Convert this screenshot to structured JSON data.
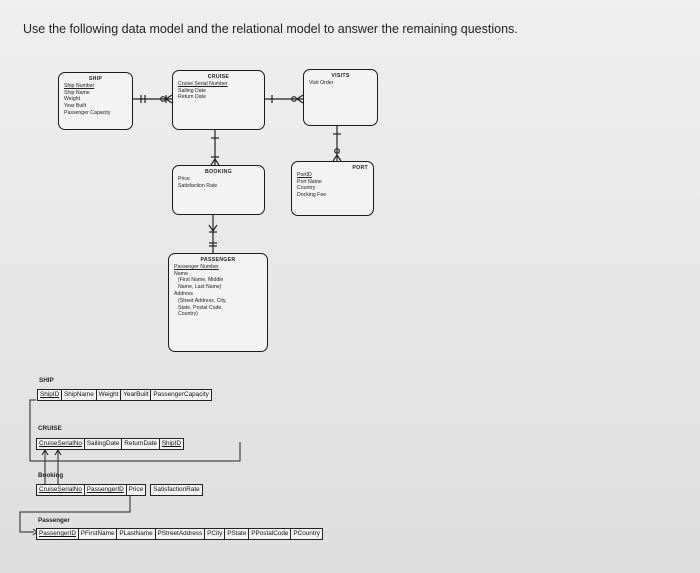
{
  "instruction": "Use the following data model and the relational model to answer the remaining questions.",
  "er_model": {
    "ship": {
      "title": "SHIP",
      "attributes": [
        "Ship Number",
        "Ship Name",
        "Weight",
        "Year Built",
        "Passenger Capacity"
      ]
    },
    "cruise": {
      "title": "CRUISE",
      "attributes": [
        "Cruise Serial Number",
        "Sailing Date",
        "Return Date"
      ]
    },
    "visits": {
      "title": "VISITS",
      "attributes": [
        "Visit Order"
      ]
    },
    "booking": {
      "title": "BOOKING",
      "attributes": [
        "Price",
        "Satisfaction Rate"
      ]
    },
    "port": {
      "title": "PORT",
      "attributes": [
        "PortID",
        "Port Name",
        "Country",
        "Docking Fee"
      ]
    },
    "passenger": {
      "title": "PASSENGER",
      "attributes": [
        "Passenger Number",
        "Name",
        "(First Name, Middle",
        "Name, Last Name)",
        "Address",
        "(Street Address, City,",
        "State, Postal Code,",
        "Country)"
      ]
    }
  },
  "relational_model": {
    "ship": {
      "name": "SHIP",
      "columns": [
        "ShipID",
        "ShipName",
        "Weight",
        "YearBuilt",
        "PassengerCapacity"
      ]
    },
    "cruise": {
      "name": "CRUISE",
      "columns": [
        "CruiseSerialNo",
        "SailingDate",
        "ReturnDate",
        "ShipID"
      ]
    },
    "booking": {
      "name": "Booking",
      "columns": [
        "CruiseSerialNo",
        "PassengerID",
        "Price",
        "SatisfactionRate"
      ]
    },
    "passenger": {
      "name": "Passenger",
      "columns": [
        "PassengerID",
        "PFirstName",
        "PLastName",
        "PStreetAddress",
        "PCity",
        "PState",
        "PPostalCode",
        "PCountry"
      ]
    }
  }
}
